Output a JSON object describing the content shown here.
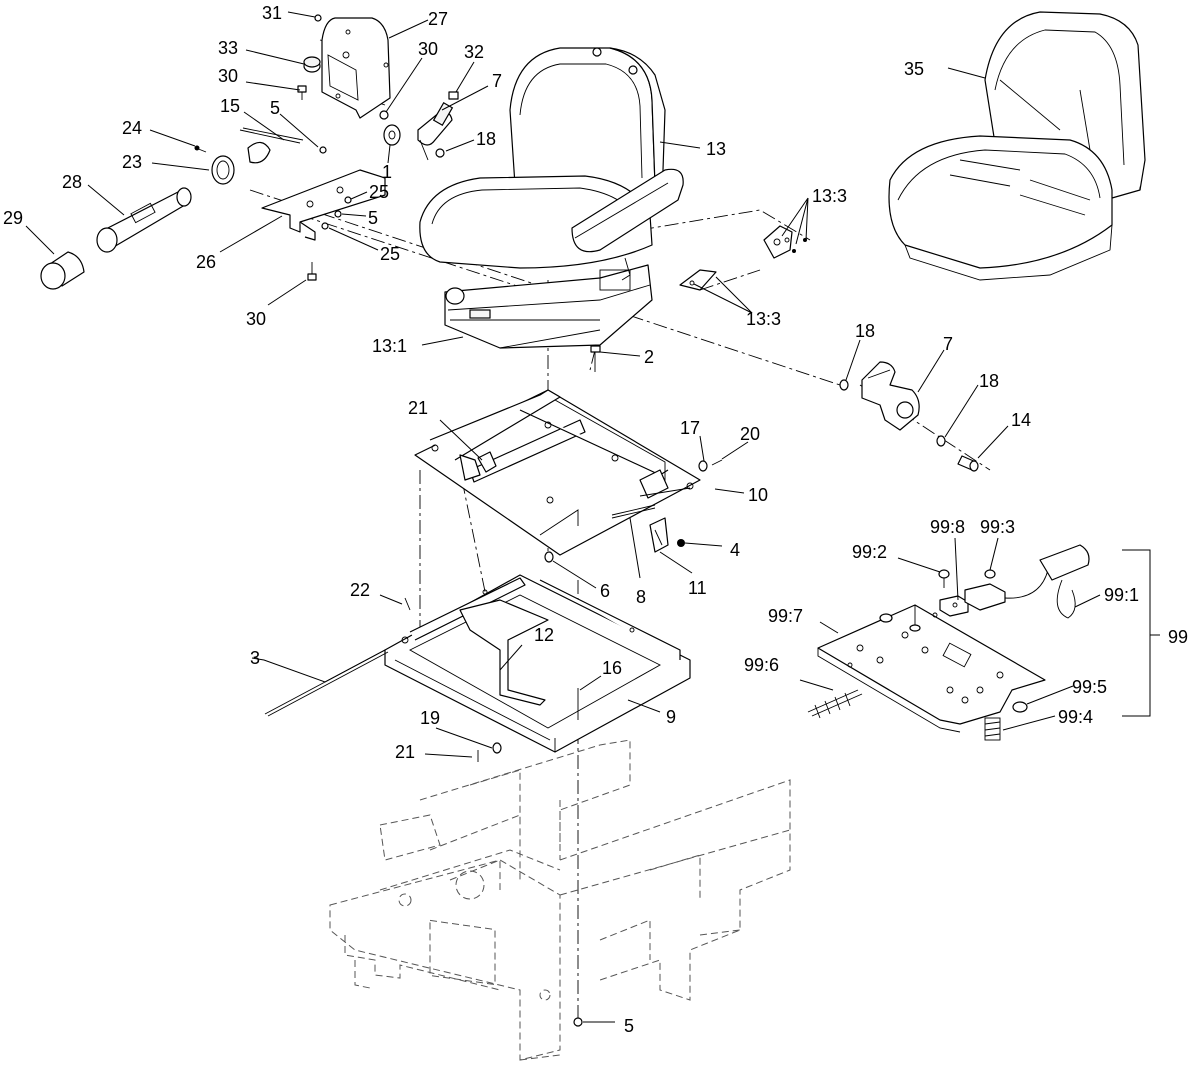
{
  "callouts": {
    "c1": "1",
    "c2": "2",
    "c3": "3",
    "c4": "4",
    "c5a": "5",
    "c5b": "5",
    "c5c": "5",
    "c6": "6",
    "c7a": "7",
    "c7b": "7",
    "c8": "8",
    "c9": "9",
    "c10": "10",
    "c11": "11",
    "c12": "12",
    "c13": "13",
    "c13_1": "13:1",
    "c13_3a": "13:3",
    "c13_3b": "13:3",
    "c14": "14",
    "c15": "15",
    "c16": "16",
    "c17": "17",
    "c18a": "18",
    "c18b": "18",
    "c18c": "18",
    "c19": "19",
    "c20": "20",
    "c21a": "21",
    "c21b": "21",
    "c22": "22",
    "c23": "23",
    "c24": "24",
    "c25a": "25",
    "c25b": "25",
    "c26": "26",
    "c27": "27",
    "c28": "28",
    "c29": "29",
    "c30a": "30",
    "c30b": "30",
    "c30c": "30",
    "c31": "31",
    "c32": "32",
    "c33": "33",
    "c35": "35",
    "c99": "99",
    "c99_1": "99:1",
    "c99_2": "99:2",
    "c99_3": "99:3",
    "c99_4": "99:4",
    "c99_5": "99:5",
    "c99_6": "99:6",
    "c99_7": "99:7",
    "c99_8": "99:8"
  }
}
